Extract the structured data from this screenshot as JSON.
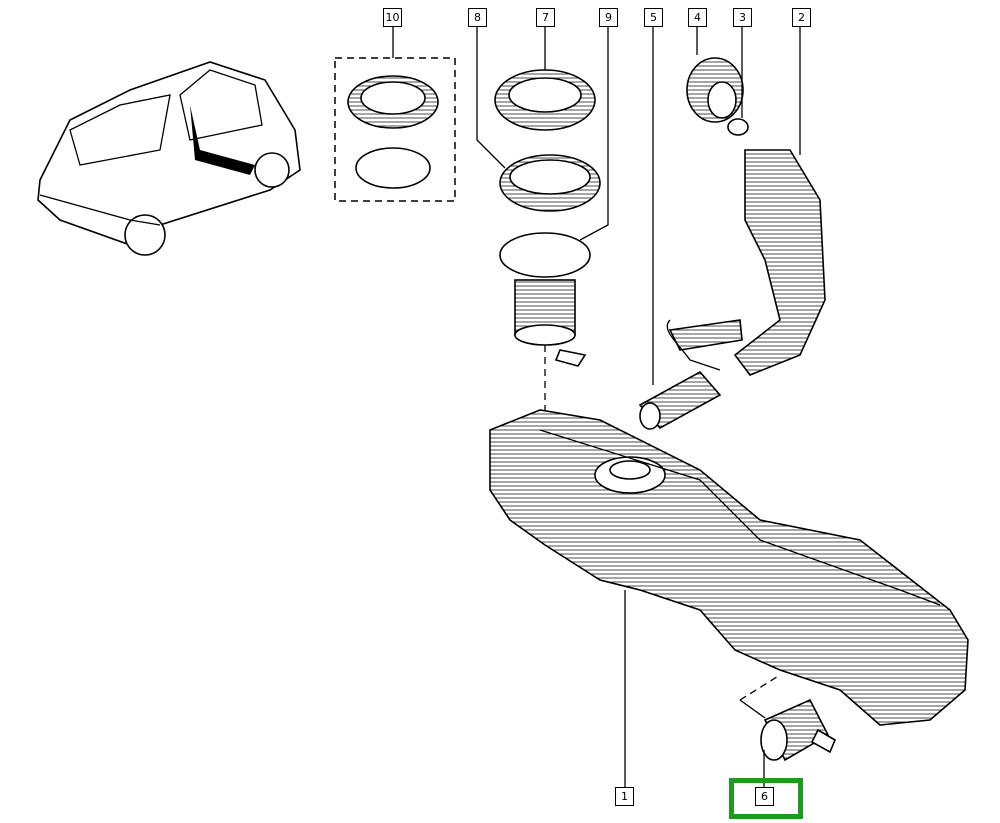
{
  "diagram": {
    "title": "Fuel tank assembly exploded view",
    "labels": [
      "10",
      "8",
      "7",
      "9",
      "5",
      "4",
      "3",
      "2",
      "1",
      "6"
    ],
    "highlighted_label": "6",
    "highlight_color": "#1f9a1f"
  }
}
